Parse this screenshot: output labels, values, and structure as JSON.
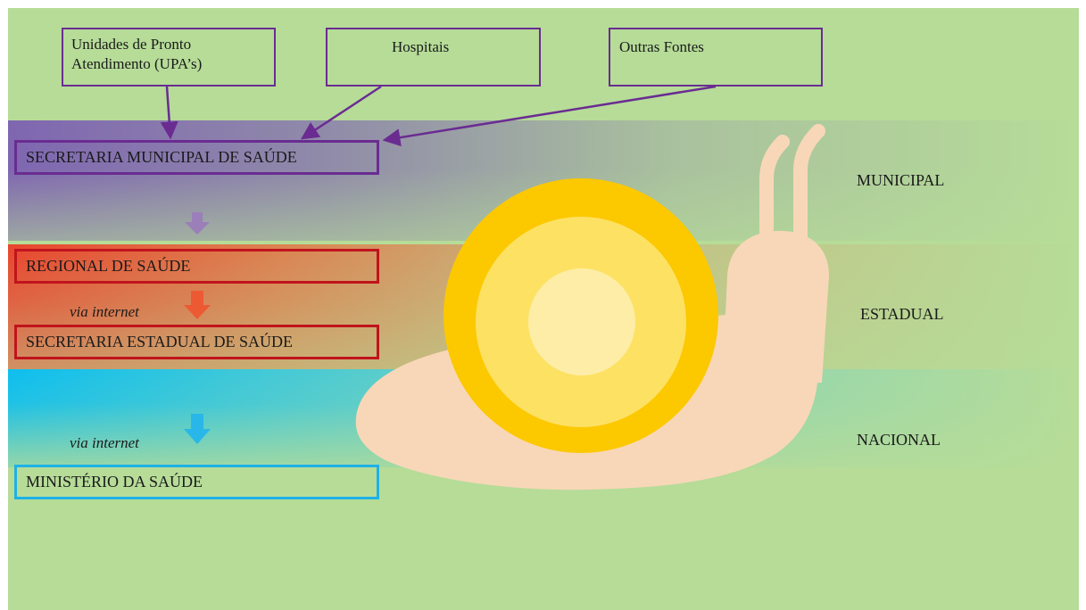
{
  "sources": {
    "upa": "Unidades de Pronto Atendimento (UPA’s)",
    "hospitais": "Hospitais",
    "outras": "Outras Fontes"
  },
  "boxes": {
    "municipal_secretary": "SECRETARIA MUNICIPAL DE SAÚDE",
    "regional": "REGIONAL DE SAÚDE",
    "state_secretary": "SECRETARIA ESTADUAL DE SAÚDE",
    "ministry": "MINISTÉRIO DA SAÚDE"
  },
  "connectors": {
    "via_internet_1": "via internet",
    "via_internet_2": "via internet"
  },
  "levels": {
    "municipal": "MUNICIPAL",
    "estadual": "ESTADUAL",
    "nacional": "NACIONAL"
  },
  "colors": {
    "background": "#b6dc98",
    "municipal": "#6a2c91",
    "estadual": "#c0141c",
    "nacional": "#1eb1e6",
    "snail_body": "#f8d7b8",
    "shell_outer": "#fcc800",
    "shell_middle": "#fde163",
    "shell_inner": "#fdeda6"
  },
  "icons": [
    "down-arrow-icon",
    "snail-illustration"
  ]
}
